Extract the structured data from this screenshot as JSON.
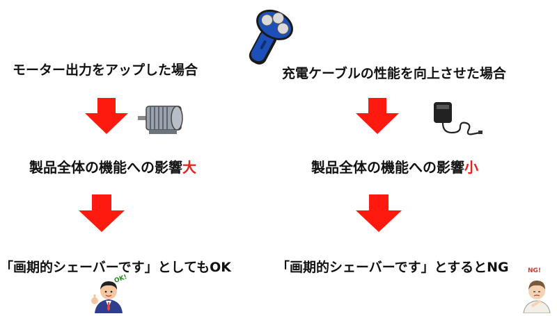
{
  "left": {
    "condition": "モーター出力をアップした場合",
    "impact_prefix": "製品全体の機能への影響",
    "impact_level": "大",
    "result": "「画期的シェーバーです」としてもOK",
    "illustration_label": "OK!"
  },
  "right": {
    "condition": "充電ケーブルの性能を向上させた場合",
    "impact_prefix": "製品全体の機能への影響",
    "impact_level": "小",
    "result": "「画期的シェーバーです」とするとNG",
    "illustration_label": "NG!"
  },
  "colors": {
    "arrow": "#ff1a0f",
    "highlight": "#e8201c",
    "shaver_body": "#1d4fb8"
  }
}
